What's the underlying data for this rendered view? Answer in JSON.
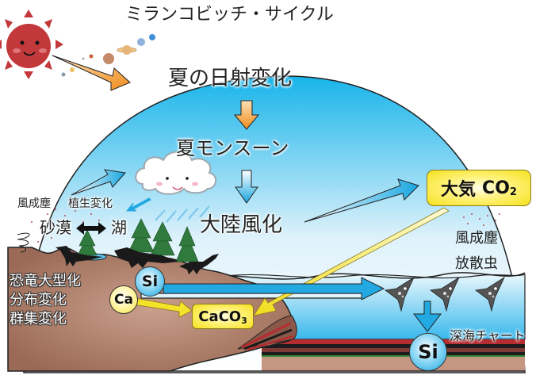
{
  "title": "ミランコビッチ・サイクル",
  "flow": {
    "insolation": "夏の日射変化",
    "monsoon": "夏モンスーン",
    "weathering": "大陸風化"
  },
  "land": {
    "eolian_dust": "風成塵",
    "vegetation_change": "植生変化",
    "desert": "砂漠",
    "lake": "湖",
    "dinosaur_effects": [
      "恐竜大型化",
      "分布変化",
      "群集変化"
    ]
  },
  "atmosphere": {
    "co2_label": "大気",
    "co2_formula": "CO",
    "co2_subscript": "2"
  },
  "ocean": {
    "eolian_dust": "風成塵",
    "radiolaria": "放散虫",
    "deep_sea_chert": "深海チャート"
  },
  "elements": {
    "si": "Si",
    "ca": "Ca",
    "caco3_formula": "CaCO",
    "caco3_subscript": "3",
    "si_deep": "Si"
  },
  "colors": {
    "sky_top": "#18b4ea",
    "sky_bottom": "#ffffff",
    "sun": "#c2383b",
    "land": "#b27d66",
    "ocean": "#5ec6ee",
    "arrow_orange": "#f39a2a",
    "arrow_blue": "#22a9e1",
    "arrow_yellow": "#f4e328",
    "chert_red": "#b52c31"
  }
}
